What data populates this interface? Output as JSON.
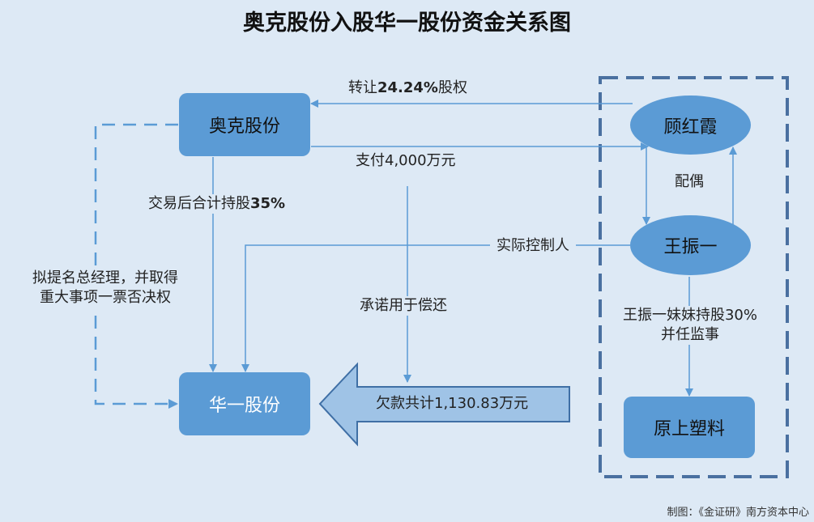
{
  "title": "奥克股份入股华一股份资金关系图",
  "nodes": {
    "aoke": "奥克股份",
    "huayi": "华一股份",
    "guhongxia": "顾红霞",
    "wangzhenyi": "王振一",
    "yuanshang": "原上塑料"
  },
  "labels": {
    "transfer_prefix": "转让",
    "transfer_pct": "24.24%",
    "transfer_suffix": "股权",
    "pay": "支付4,000万元",
    "after_trade_prefix": "交易后合计持股",
    "after_trade_pct": "35%",
    "spouse": "配偶",
    "actual_controller": "实际控制人",
    "nominate_line1": "拟提名总经理，并取得",
    "nominate_line2": "重大事项一票否决权",
    "promise": "承诺用于偿还",
    "sister_line1": "王振一妹妹持股30%",
    "sister_line2": "并任监事",
    "debt": "欠款共计1,130.83万元"
  },
  "credit": "制图：《金证研》南方资本中心",
  "colors": {
    "background": "#dde9f5",
    "node": "#5b9bd5",
    "line": "#5b9bd5",
    "group_border": "#4a70a0",
    "big_arrow_fill": "#9fc3e6",
    "big_arrow_stroke": "#3f6fa5"
  }
}
